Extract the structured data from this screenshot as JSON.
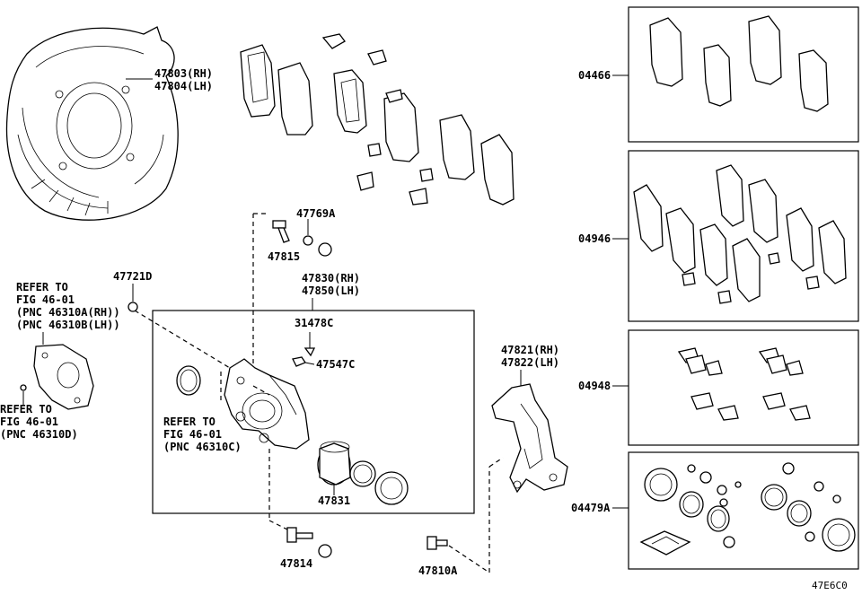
{
  "labels": {
    "shield_rh": "47803(RH)",
    "shield_lh": "47804(LH)",
    "bleeder_cap": "47769A",
    "bleeder": "47815",
    "caliper_rh": "47830(RH)",
    "caliper_lh": "47850(LH)",
    "plug": "31478C",
    "cap": "47547C",
    "piston": "47831",
    "pin_bolt": "47814",
    "mount_bolt": "47810A",
    "mount_rh": "47821(RH)",
    "mount_lh": "47822(LH)",
    "bolt_left": "47721D",
    "refer_a_1": "REFER TO",
    "refer_a_2": "FIG 46-01",
    "refer_a_3": "(PNC 46310A(RH))",
    "refer_a_4": "(PNC 46310B(LH))",
    "refer_b_1": "REFER TO",
    "refer_b_2": "FIG 46-01",
    "refer_b_3": "(PNC 46310D)",
    "refer_c_1": "REFER TO",
    "refer_c_2": "FIG 46-01",
    "refer_c_3": "(PNC 46310C)",
    "kit_pads": "04466",
    "kit_shims": "04946",
    "kit_clips": "04948",
    "kit_seals": "04479A",
    "code": "47E6C0"
  }
}
